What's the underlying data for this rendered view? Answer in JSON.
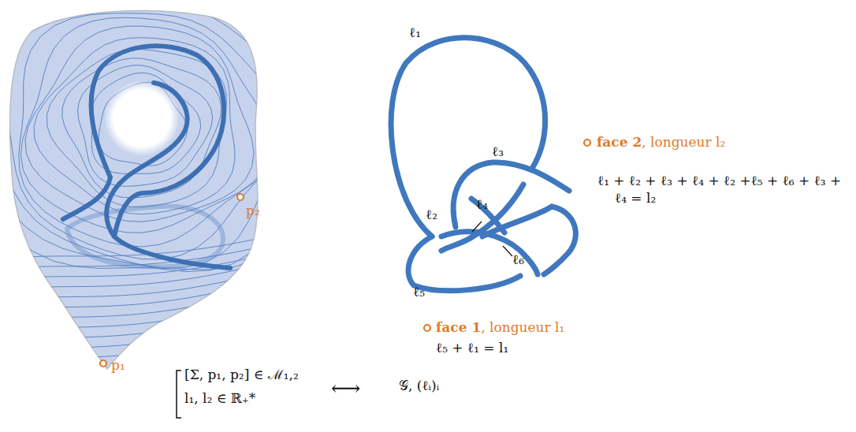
{
  "diagram": {
    "labels": [
      "p₂",
      "p₁",
      "ℓ₁",
      "ℓ₃",
      "ℓ₂",
      "ℓ₄",
      "ℓ₆",
      "ℓ₅",
      "face 2",
      ", longueur l₂",
      "ℓ₁ + ℓ₂ + ℓ₃ + ℓ₄ + ℓ₂ +ℓ₅ + ℓ₆ + ℓ₃ + ℓ₄ = l₂",
      "face 1",
      ", longueur l₁",
      "ℓ₅ + ℓ₁ = l₁",
      "[Σ, p₁, p₂] ∈ ℳ₁,₂",
      "l₁, l₂ ∈ ℝ₊*",
      "⟷",
      "𝒢, (ℓᵢ)ᵢ"
    ]
  }
}
